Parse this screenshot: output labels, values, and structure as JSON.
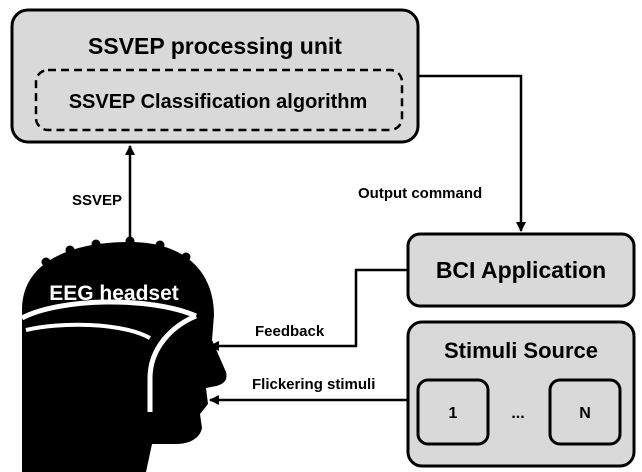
{
  "processing_unit": {
    "title": "SSVEP processing unit",
    "algorithm": "SSVEP Classification algorithm"
  },
  "bci_application": {
    "title": "BCI Application"
  },
  "stimuli_source": {
    "title": "Stimuli Source",
    "stimuli": [
      "1",
      "...",
      "N"
    ]
  },
  "headset": {
    "label": "EEG headset"
  },
  "arrows": {
    "ssvep": "SSVEP",
    "output_command": "Output command",
    "feedback": "Feedback",
    "flickering_stimuli": "Flickering stimuli"
  },
  "colors": {
    "box_fill": "#d9d9d9",
    "stroke": "#000000",
    "headset_text": "#ffffff"
  }
}
